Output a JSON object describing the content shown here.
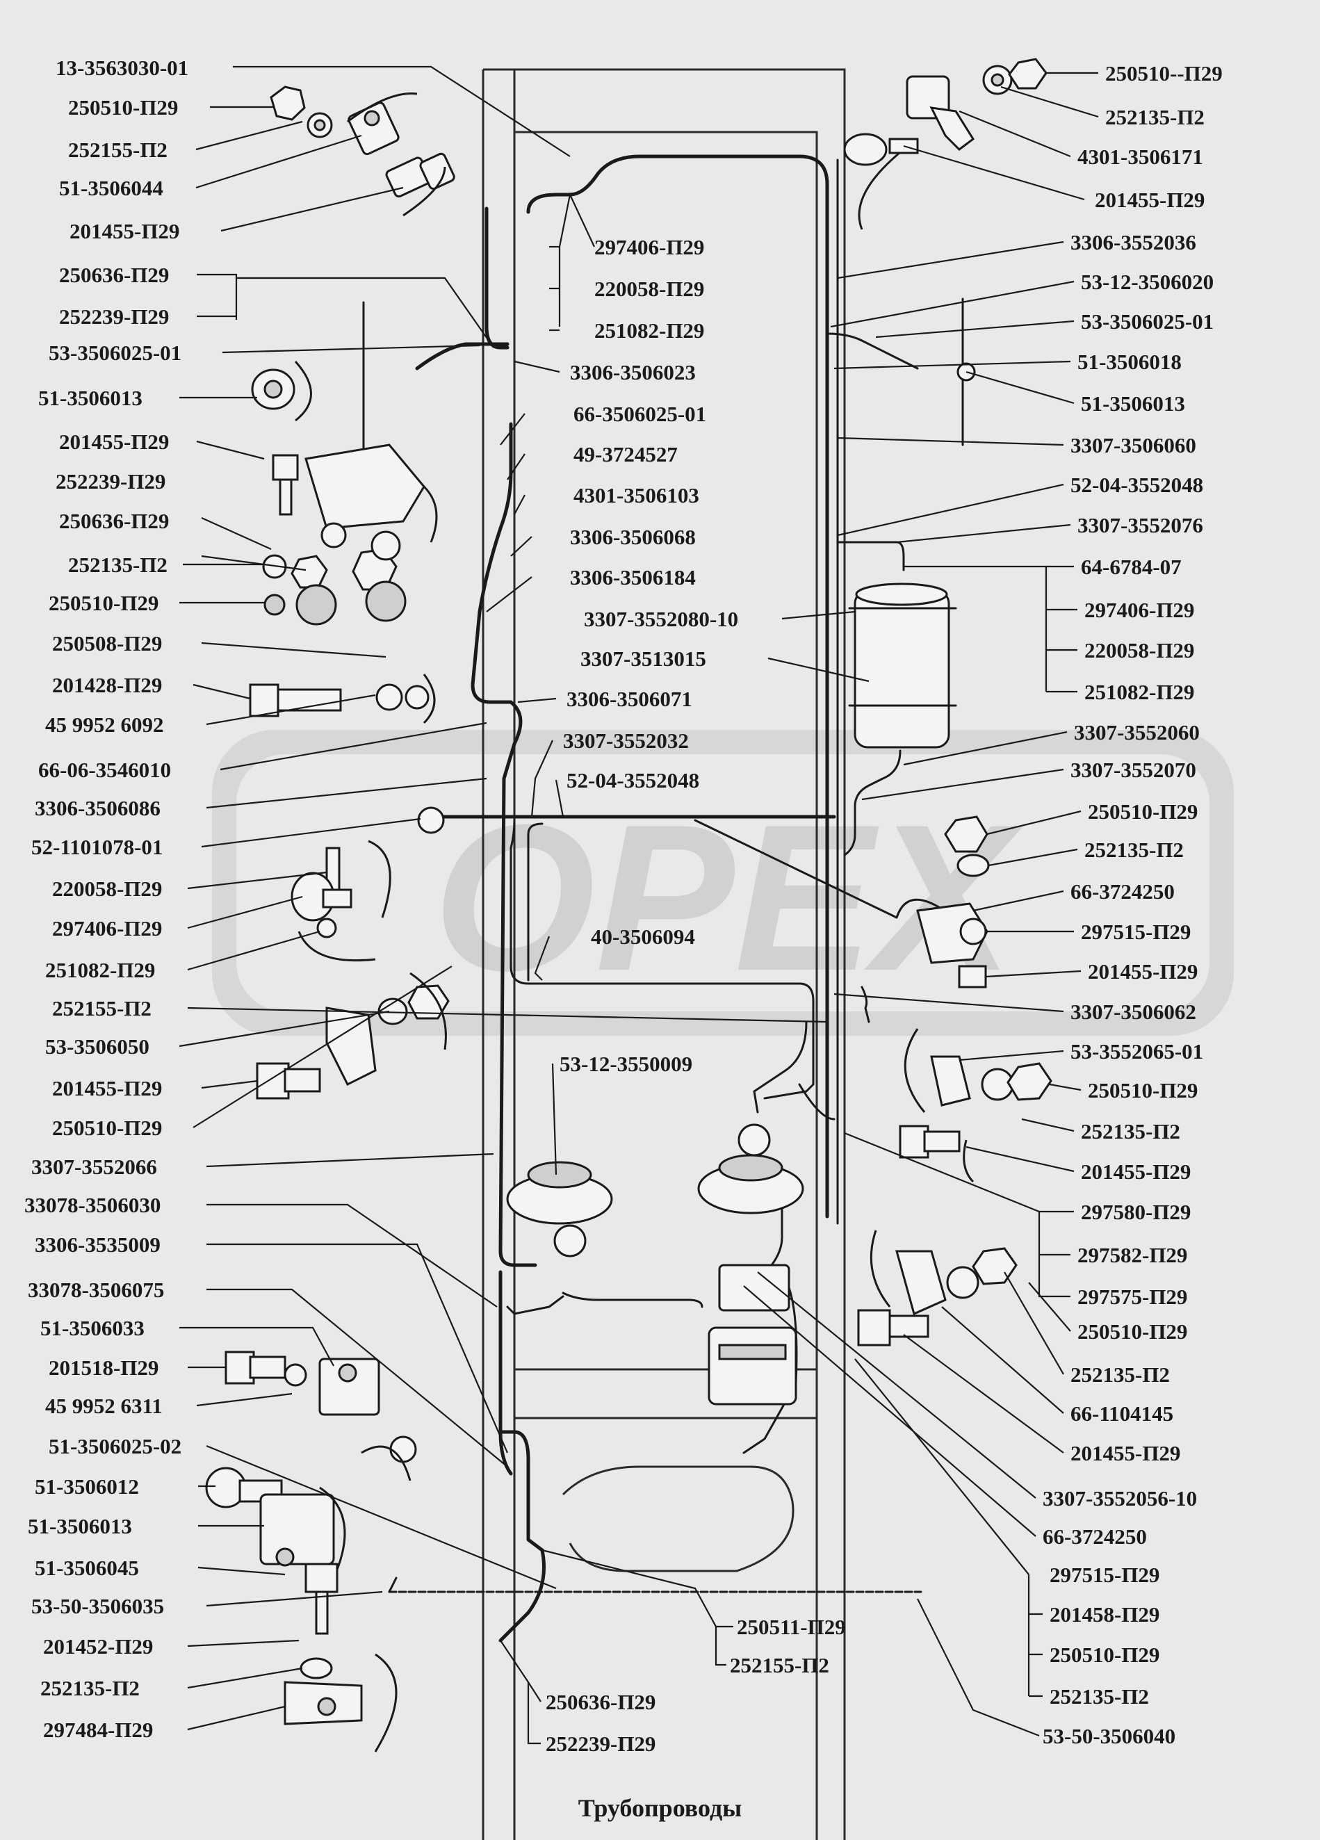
{
  "caption": "Трубопроводы",
  "watermark": "OPEX",
  "labels_left": [
    "13-3563030-01",
    "250510-П29",
    "252155-П2",
    "51-3506044",
    "201455-П29",
    "250636-П29",
    "252239-П29",
    "53-3506025-01",
    "51-3506013",
    "201455-П29",
    "252239-П29",
    "250636-П29",
    "252135-П2",
    "250510-П29",
    "250508-П29",
    "201428-П29",
    "45 9952 6092",
    "66-06-3546010",
    "3306-3506086",
    "52-1101078-01",
    "220058-П29",
    "297406-П29",
    "251082-П29",
    "252155-П2",
    "53-3506050",
    "201455-П29",
    "250510-П29",
    "3307-3552066",
    "33078-3506030",
    "3306-3535009",
    "33078-3506075",
    "51-3506033",
    "201518-П29",
    "45 9952 6311",
    "51-3506025-02",
    "51-3506012",
    "51-3506013",
    "51-3506045",
    "53-50-3506035",
    "201452-П29",
    "252135-П2",
    "297484-П29"
  ],
  "labels_center": [
    "297406-П29",
    "220058-П29",
    "251082-П29",
    "3306-3506023",
    "66-3506025-01",
    "49-3724527",
    "4301-3506103",
    "3306-3506068",
    "3306-3506184",
    "3307-3552080-10",
    "3307-3513015",
    "3306-3506071",
    "3307-3552032",
    "52-04-3552048",
    "40-3506094",
    "53-12-3550009",
    "250511-П29",
    "252155-П2",
    "250636-П29",
    "252239-П29"
  ],
  "labels_right": [
    "250510--П29",
    "252135-П2",
    "4301-3506171",
    "201455-П29",
    "3306-3552036",
    "53-12-3506020",
    "53-3506025-01",
    "51-3506018",
    "51-3506013",
    "3307-3506060",
    "52-04-3552048",
    "3307-3552076",
    "64-6784-07",
    "297406-П29",
    "220058-П29",
    "251082-П29",
    "3307-3552060",
    "3307-3552070",
    "250510-П29",
    "252135-П2",
    "66-3724250",
    "297515-П29",
    "201455-П29",
    "3307-3506062",
    "53-3552065-01",
    "250510-П29",
    "252135-П2",
    "201455-П29",
    "297580-П29",
    "297582-П29",
    "297575-П29",
    "250510-П29",
    "252135-П2",
    "66-1104145",
    "201455-П29",
    "3307-3552056-10",
    "66-3724250",
    "297515-П29",
    "201458-П29",
    "250510-П29",
    "252135-П2",
    "53-50-3506040"
  ]
}
